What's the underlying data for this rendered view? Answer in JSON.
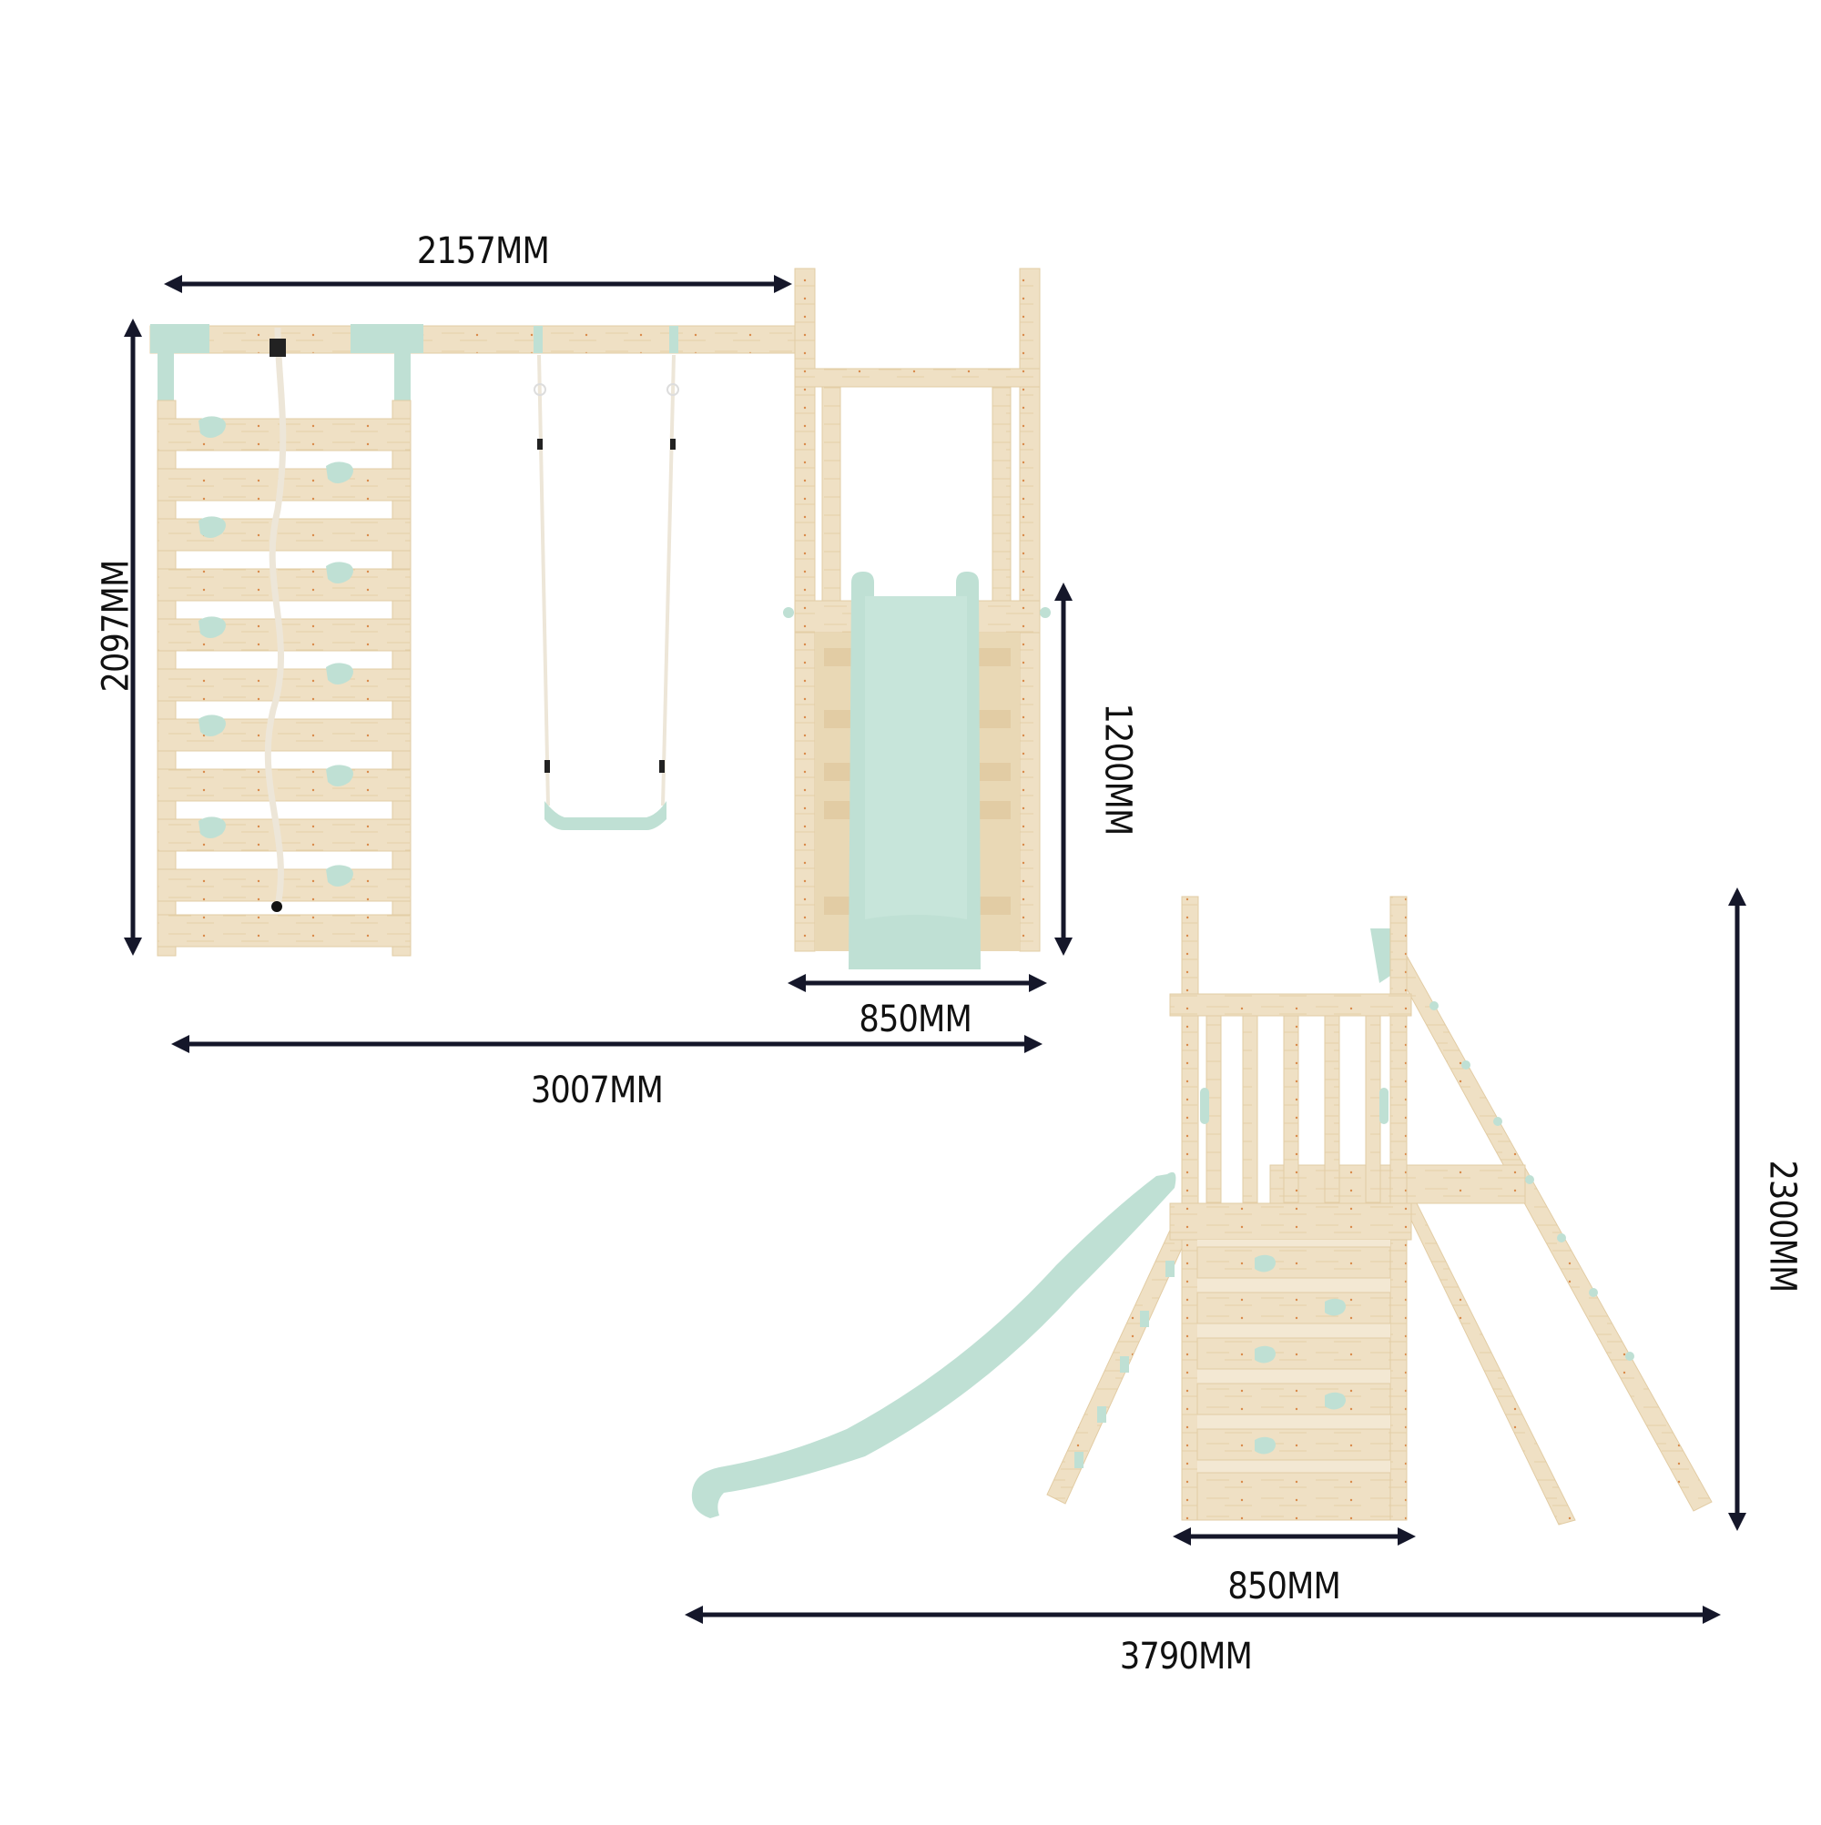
{
  "diagram": {
    "title": "",
    "colors": {
      "wood": "#EFE0C4",
      "wood_dark": "#E2CCA4",
      "wood_grain": "#D9A56A",
      "mint": "#BFE0D4",
      "mint_dark": "#A8D2C3",
      "arrow": "#15172A",
      "rope": "#EDE6D8",
      "background": "#FFFFFF"
    },
    "views": [
      {
        "name": "front-view",
        "components": [
          "climbing wall",
          "climbing rope",
          "swing beam",
          "belt swing",
          "tower",
          "slide"
        ],
        "dimensions": {
          "beam_length": "2157MM",
          "wall_height": "2097MM",
          "platform_height": "1200MM",
          "tower_width": "850MM",
          "total_width": "3007MM"
        }
      },
      {
        "name": "side-view",
        "components": [
          "tower",
          "wave slide",
          "rock wall",
          "ladder",
          "A-frame leg"
        ],
        "dimensions": {
          "total_height": "2300MM",
          "tower_width": "850MM",
          "total_length": "3790MM"
        }
      }
    ]
  },
  "labels": {
    "beam_length": "2157MM",
    "wall_height": "2097MM",
    "platform_height": "1200MM",
    "front_tower_width": "850MM",
    "front_total_width": "3007MM",
    "side_total_height": "2300MM",
    "side_tower_width": "850MM",
    "side_total_length": "3790MM"
  }
}
